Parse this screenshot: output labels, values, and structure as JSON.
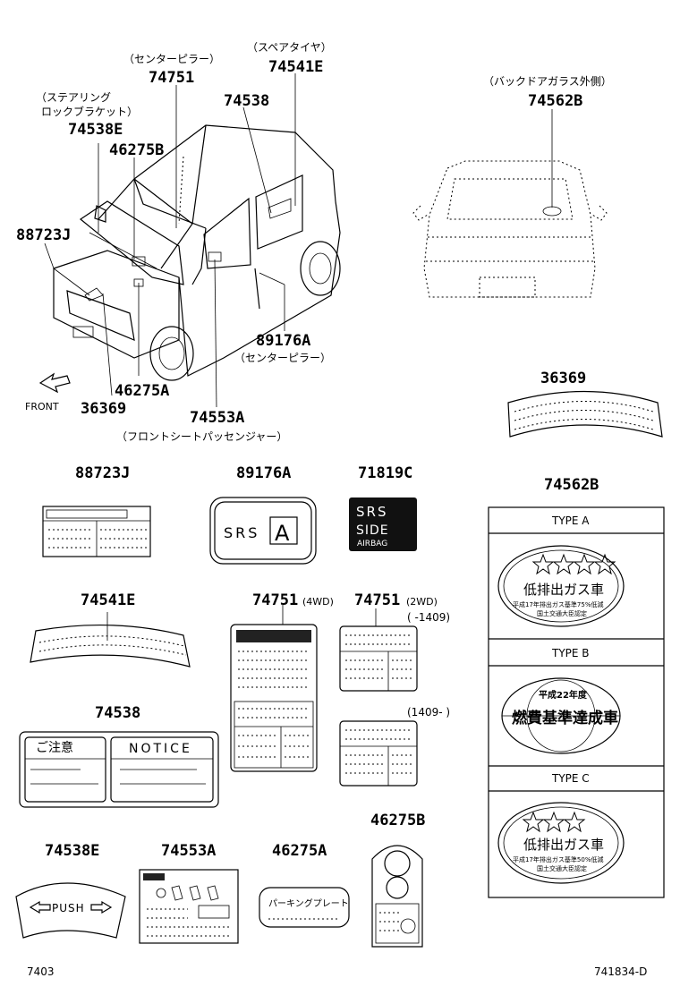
{
  "callouts": {
    "p74751_note": "（センターピラー）",
    "p74751": "74751",
    "p74541e_note": "（スペアタイヤ）",
    "p74541e": "74541E",
    "steering_note1": "（ステアリング",
    "steering_note2": "ロックブラケット）",
    "p74538e": "74538E",
    "p74538": "74538",
    "p46275b": "46275B",
    "p88723j": "88723J",
    "p89176a": "89176A",
    "p89176a_note": "（センターピラー）",
    "front": "FRONT",
    "p36369": "36369",
    "p46275a": "46275A",
    "p74553a": "74553A",
    "p74553a_note": "（フロントシートパッセンジャー）",
    "backdoor_note": "（バックドアガラス外側）",
    "p74562b": "74562B",
    "p36369_r": "36369"
  },
  "labels": {
    "l88723j": "88723J",
    "l89176a": "89176A",
    "srs_text": "SRS",
    "srs_box": "A",
    "l71819c": "71819C",
    "srs_side_1": "SRS",
    "srs_side_2": "SIDE",
    "srs_side_3": "AIRBAG",
    "l74562b": "74562B",
    "type_a": "TYPE A",
    "type_b": "TYPE B",
    "type_c": "TYPE C",
    "emis_a_main": "低排出ガス車",
    "emis_a_sub1": "平成17年排出ガス基準75%低減",
    "emis_a_sub2": "国土交通大臣認定",
    "fuel_b_sub": "平成22年度",
    "fuel_b_main": "燃費基準達成車",
    "emis_c_main": "低排出ガス車",
    "emis_c_sub1": "平成17年排出ガス基準50%低減",
    "emis_c_sub2": "国土交通大臣認定",
    "l74541e": "74541E",
    "l74751_4wd": "74751",
    "l74751_4wd_tag": "(4WD)",
    "l74751_2wd": "74751",
    "l74751_2wd_tag": "(2WD)",
    "range_1": "(     -1409)",
    "range_2": "(1409-     )",
    "l74538": "74538",
    "chuui": "ご注意",
    "notice": "NOTICE",
    "l46275b": "46275B",
    "l74538e": "74538E",
    "push": "PUSH",
    "l74553a": "74553A",
    "l46275a": "46275A",
    "parking_plate": "パーキングプレート"
  },
  "footer": {
    "left_code": "7403",
    "right_code": "741834-D"
  }
}
